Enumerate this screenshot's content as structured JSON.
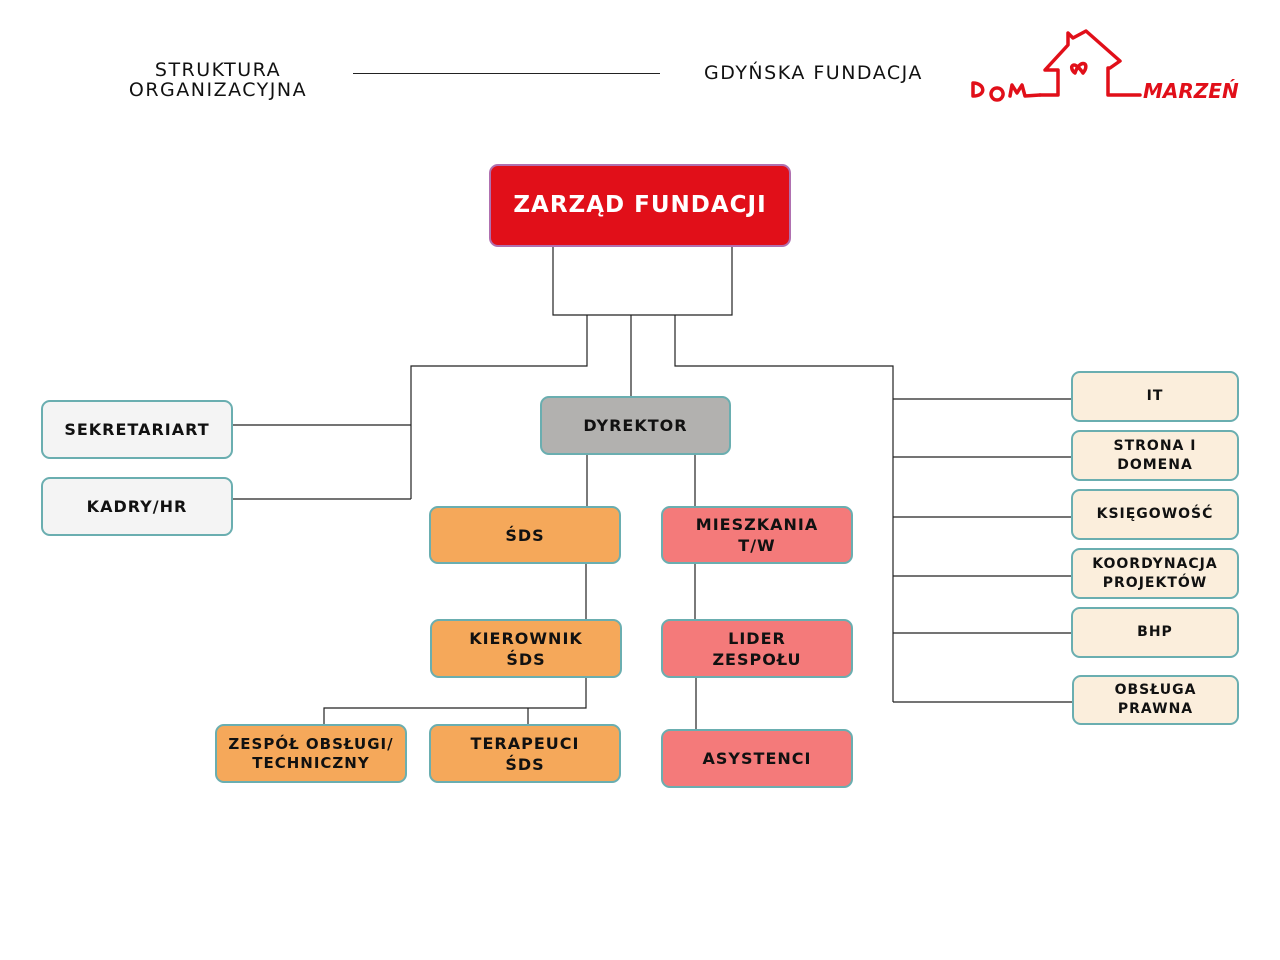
{
  "header": {
    "title_line1": "STRUKTURA",
    "title_line2": "ORGANIZACYJNA",
    "organization": "GDYŃSKA FUNDACJA",
    "logo_text": "DOM MARZEŃ"
  },
  "colors": {
    "board": "#e10f19",
    "director": "#b2b1af",
    "sds": "#f5a85a",
    "housing": "#f47a7a",
    "admin": "#f4f4f4",
    "support": "#fbeedc",
    "border": "#6aaeb0"
  },
  "nodes": {
    "board": "ZARZĄD FUNDACJI",
    "director": "DYREKTOR",
    "secretariat": "SEKRETARIART",
    "hr": "KADRY/HR",
    "sds": "ŚDS",
    "housing": "MIESZKANIA T/W",
    "sds_manager": "KIEROWNIK ŚDS",
    "team_leader": "LIDER ZESPOŁU",
    "tech_staff": "ZESPÓŁ OBSŁUGI/ TECHNICZNY",
    "therapists": "TERAPEUCI ŚDS",
    "assistants": "ASYSTENCI",
    "it": "IT",
    "website": "STRONA I DOMENA",
    "accounting": "KSIĘGOWOŚĆ",
    "projects": "KOORDYNACJA PROJEKTÓW",
    "ohs": "BHP",
    "legal": "OBSŁUGA PRAWNA"
  }
}
